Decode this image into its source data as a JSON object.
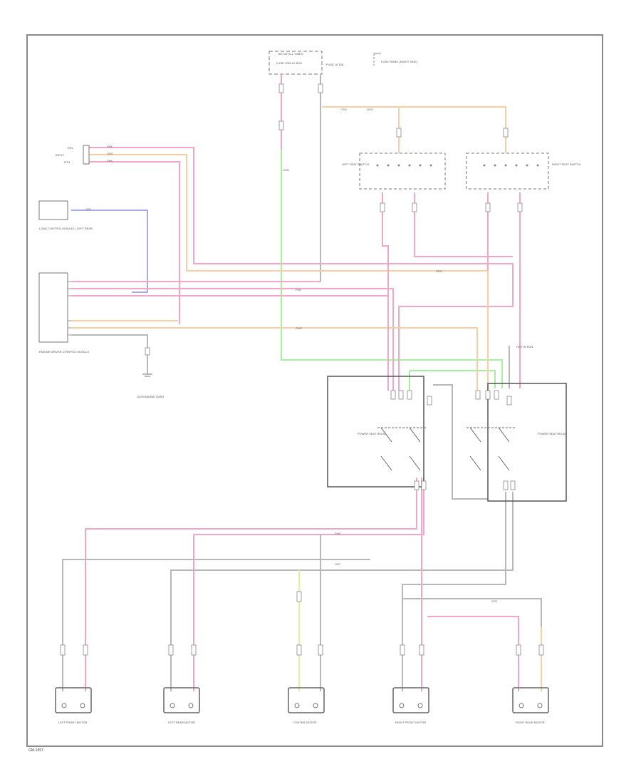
{
  "colors": {
    "pink": "#f4a6c8",
    "orange": "#f8cfa4",
    "green": "#a8f0a0",
    "blue": "#a8a8f0",
    "gray": "#b8b8b8",
    "frame": "#8a8a8a",
    "text": "#6a6a6a"
  },
  "top_fuse": {
    "title": "HOT AT ALL TIMES",
    "box_label": "FUSE / RELAY BOX",
    "side_label": "FUSE PANEL (RIGHT SIDE)",
    "fuse_label": "FUSE 18 10A"
  },
  "switch_inputs": {
    "lines": [
      "IGN",
      "INPUT",
      "RTN"
    ]
  },
  "left_modules": {
    "ground_module": "LOAD CONTROL MODULE / LEFT REAR",
    "main_module": "ENGINE DRIVER CONTROL MODULE",
    "ground_label": "G200 BEHIND DASH"
  },
  "wire_labels": {
    "pink": "PNK",
    "orange": "ORG",
    "green": "GRN",
    "gray": "GRY"
  },
  "seat_switches": {
    "left": "LEFT SEAT SWITCH",
    "right": "RIGHT SEAT SWITCH"
  },
  "relays": {
    "left": "POWER SEAT RELAY",
    "right": "POWER SEAT RELAY",
    "hot_label": "HOT IN RUN"
  },
  "motors": [
    {
      "label": "LEFT FRONT MOTOR"
    },
    {
      "label": "LEFT REAR MOTOR"
    },
    {
      "label": "CENTER MOTOR"
    },
    {
      "label": "RIGHT FRONT MOTOR"
    },
    {
      "label": "RIGHT REAR MOTOR"
    }
  ],
  "footer": "GM-1997"
}
